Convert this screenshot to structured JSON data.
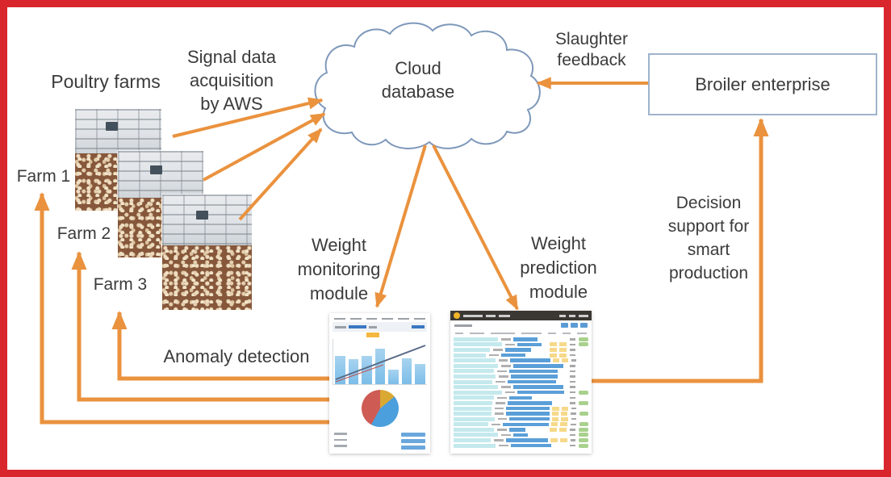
{
  "labels": {
    "poultry_farms": "Poultry farms",
    "signal_acquisition": {
      "lines": [
        "Signal data",
        "acquisition",
        "by AWS"
      ]
    },
    "cloud": {
      "lines": [
        "Cloud",
        "database"
      ]
    },
    "slaughter_feedback": {
      "lines": [
        "Slaughter",
        "feedback"
      ]
    },
    "broiler_enterprise": "Broiler enterprise",
    "decision_support": {
      "lines": [
        "Decision",
        "support for",
        "smart",
        "production"
      ]
    },
    "weight_monitoring": {
      "lines": [
        "Weight",
        "monitoring",
        "module"
      ]
    },
    "weight_prediction": {
      "lines": [
        "Weight",
        "prediction",
        "module"
      ]
    },
    "anomaly_detection": "Anomaly detection",
    "farms": [
      "Farm 1",
      "Farm 2",
      "Farm 3"
    ]
  },
  "colors": {
    "border_red": "#d9252c",
    "arrow_orange": "#ea923e",
    "cloud_outline": "#7e98ba",
    "box_border": "#9fb3cb",
    "text": "#3b3b3b"
  },
  "monitoring_dashboard": {
    "bar_values": [
      62,
      55,
      62,
      78,
      32,
      58,
      45
    ],
    "bar_color": "#7bbde8",
    "trend_line_color": "#5a6b87",
    "secondary_line_color": "#c0504d",
    "pie_slices": [
      {
        "name": "yellow",
        "pct": 14,
        "color": "#d9a832"
      },
      {
        "name": "blue",
        "pct": 44,
        "color": "#4a9fdc"
      },
      {
        "name": "red",
        "pct": 42,
        "color": "#cf5b55"
      }
    ]
  },
  "prediction_table": {
    "rows": [
      {
        "c": 55,
        "b": 30,
        "y": false,
        "g": true
      },
      {
        "c": 60,
        "b": 30,
        "y": true,
        "g": true
      },
      {
        "c": 45,
        "b": 32,
        "y": true,
        "g": false
      },
      {
        "c": 40,
        "b": 30,
        "y": true,
        "g": false
      },
      {
        "c": 58,
        "b": 55,
        "y": true,
        "g": false
      },
      {
        "c": 55,
        "b": 62,
        "y": false,
        "g": false
      },
      {
        "c": 50,
        "b": 60,
        "y": false,
        "g": false
      },
      {
        "c": 52,
        "b": 58,
        "y": false,
        "g": false
      },
      {
        "c": 48,
        "b": 60,
        "y": false,
        "g": false
      },
      {
        "c": 55,
        "b": 62,
        "y": false,
        "g": false
      },
      {
        "c": 60,
        "b": 58,
        "y": false,
        "g": true
      },
      {
        "c": 50,
        "b": 28,
        "y": false,
        "g": false
      },
      {
        "c": 48,
        "b": 55,
        "y": false,
        "g": true
      },
      {
        "c": 52,
        "b": 60,
        "y": true,
        "g": false
      },
      {
        "c": 50,
        "b": 58,
        "y": true,
        "g": true
      },
      {
        "c": 55,
        "b": 55,
        "y": true,
        "g": false
      },
      {
        "c": 45,
        "b": 60,
        "y": true,
        "g": true
      },
      {
        "c": 50,
        "b": 20,
        "y": true,
        "g": true
      },
      {
        "c": 55,
        "b": 18,
        "y": false,
        "g": true
      },
      {
        "c": 48,
        "b": 55,
        "y": true,
        "g": true
      },
      {
        "c": 52,
        "b": 50,
        "y": false,
        "g": true
      }
    ]
  }
}
